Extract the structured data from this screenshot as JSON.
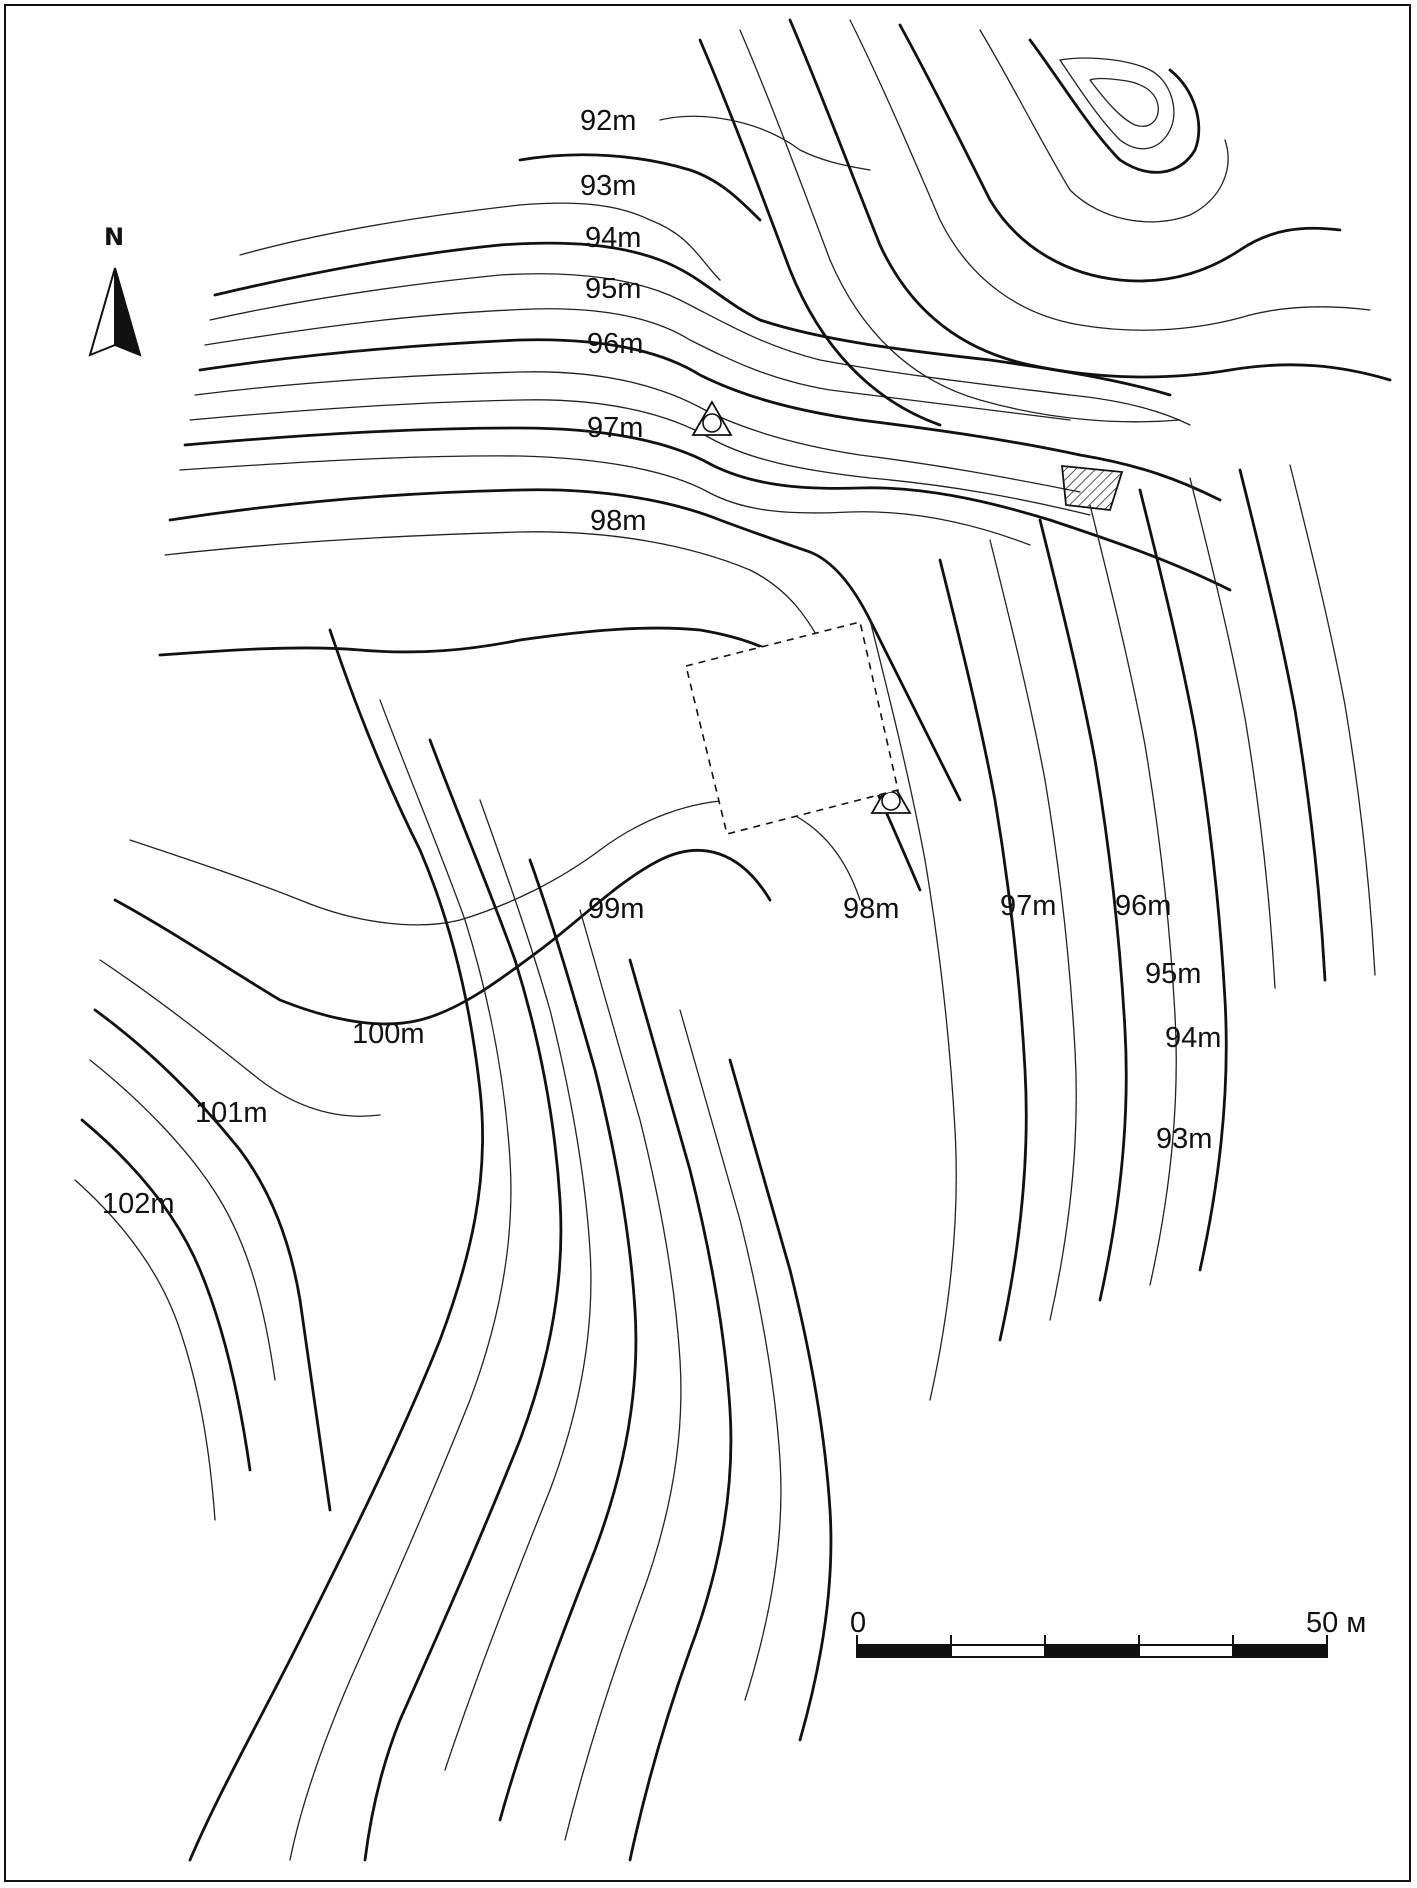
{
  "north": {
    "label": "N"
  },
  "elevation_labels": [
    {
      "id": "92",
      "text": "92m"
    },
    {
      "id": "93",
      "text": "93m"
    },
    {
      "id": "94",
      "text": "94m"
    },
    {
      "id": "95",
      "text": "95m"
    },
    {
      "id": "96",
      "text": "96m"
    },
    {
      "id": "97",
      "text": "97m"
    },
    {
      "id": "98",
      "text": "98m"
    },
    {
      "id": "99",
      "text": "99m"
    },
    {
      "id": "98b",
      "text": "98m"
    },
    {
      "id": "97b",
      "text": "97m"
    },
    {
      "id": "96b",
      "text": "96m"
    },
    {
      "id": "95b",
      "text": "95m"
    },
    {
      "id": "94b",
      "text": "94m"
    },
    {
      "id": "93b",
      "text": "93m"
    },
    {
      "id": "100",
      "text": "100m"
    },
    {
      "id": "101",
      "text": "101m"
    },
    {
      "id": "102",
      "text": "102m"
    }
  ],
  "scale_bar": {
    "start_label": "0",
    "end_label": "50 м",
    "segments": 5
  },
  "colors": {
    "ink": "#111111",
    "background": "#ffffff"
  },
  "icons": [
    "north-arrow-icon",
    "survey-point-icon",
    "hatched-structure-icon",
    "dashed-excavation-outline"
  ]
}
